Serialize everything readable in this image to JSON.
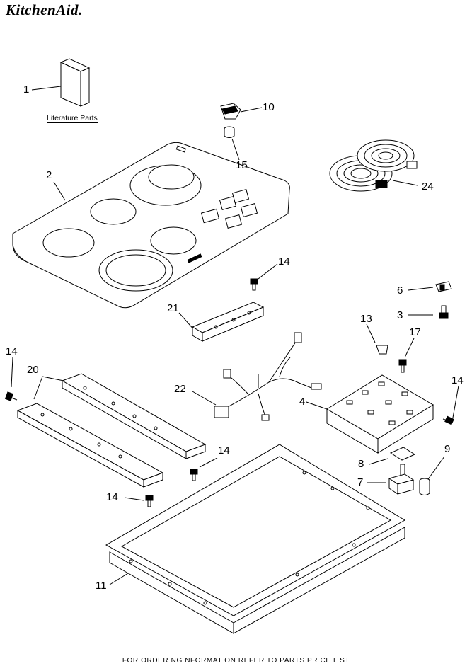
{
  "header": {
    "brand": "KitchenAid."
  },
  "literature_label": "Literature Parts",
  "footer": "FOR ORDER NG NFORMAT ON REFER TO PARTS PR CE L ST",
  "callouts": {
    "c1": "1",
    "c2": "2",
    "c3": "3",
    "c4": "4",
    "c6": "6",
    "c7": "7",
    "c8": "8",
    "c9": "9",
    "c10": "10",
    "c11": "11",
    "c13": "13",
    "c14a": "14",
    "c14b": "14",
    "c14c": "14",
    "c14d": "14",
    "c14e": "14",
    "c15": "15",
    "c17": "17",
    "c20": "20",
    "c21": "21",
    "c22": "22",
    "c24": "24"
  }
}
